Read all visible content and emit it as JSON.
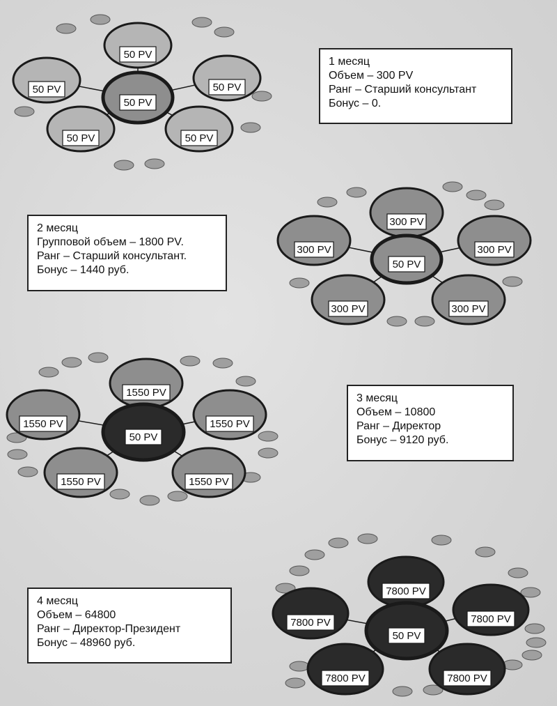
{
  "colors": {
    "background": "#d9d9d9",
    "node_light": "#b5b5b5",
    "node_medium": "#8e8e8e",
    "node_dark": "#2a2a2a",
    "bubble": "#9f9f9f",
    "outline": "#1a1a1a",
    "label_bg": "#ffffff"
  },
  "info_boxes": [
    {
      "month": "1 месяц",
      "lines": [
        "Объем – 300 PV",
        "Ранг – Старший консультант",
        "Бонус – 0."
      ]
    },
    {
      "month": "2 месяц",
      "lines": [
        "Групповой объем – 1800 PV.",
        "Ранг – Старший консультант.",
        "Бонус – 1440 руб."
      ]
    },
    {
      "month": "3 месяц",
      "lines": [
        "Объем – 10800",
        "Ранг – Директор",
        "Бонус – 9120 руб."
      ]
    },
    {
      "month": "4 месяц",
      "lines": [
        "Объем – 64800",
        "Ранг – Директор-Президент",
        "Бонус – 48960 руб."
      ]
    }
  ],
  "diagrams": [
    {
      "center_label": "50 PV",
      "center_shade": "medium",
      "child_label": "50 PV",
      "child_shade": "light"
    },
    {
      "center_label": "50 PV",
      "center_shade": "medium",
      "child_label": "300 PV",
      "child_shade": "medium"
    },
    {
      "center_label": "50 PV",
      "center_shade": "dark",
      "child_label": "1550 PV",
      "child_shade": "medium"
    },
    {
      "center_label": "50 PV",
      "center_shade": "dark",
      "child_label": "7800 PV",
      "child_shade": "dark"
    }
  ]
}
